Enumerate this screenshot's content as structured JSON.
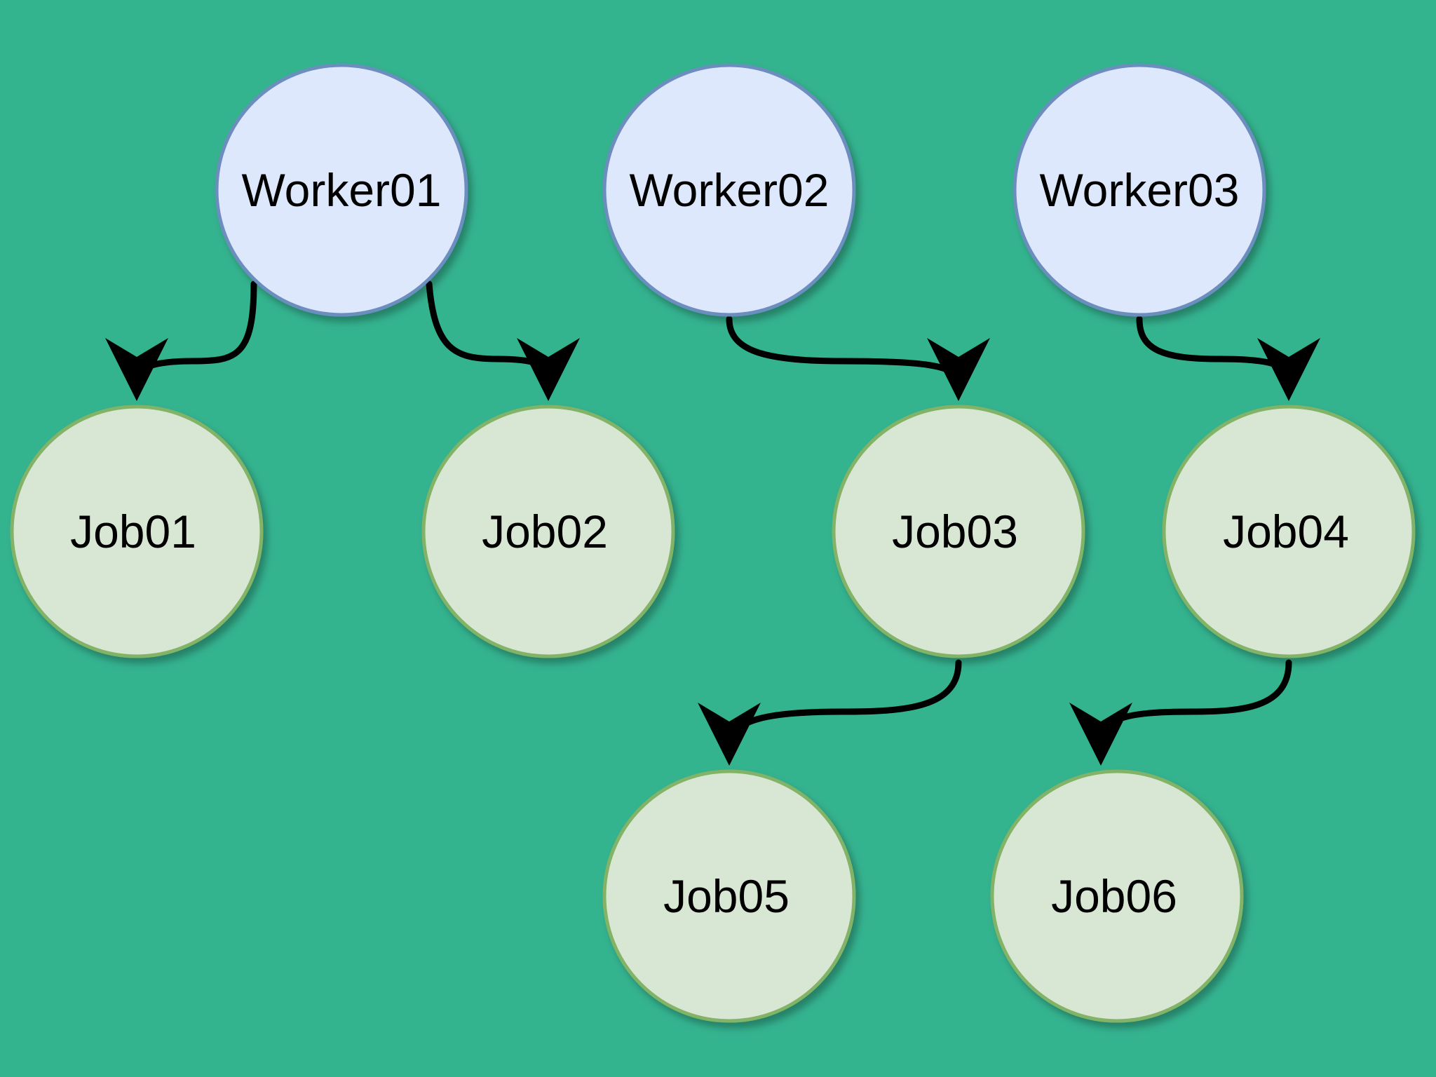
{
  "colors": {
    "background": "#34b38f",
    "worker_fill": "#dde8fc",
    "worker_stroke": "#6c8ebf",
    "job_fill": "#d8e7d4",
    "job_stroke": "#82b366",
    "edge": "#000000"
  },
  "nodes": {
    "worker01": {
      "label": "Worker01",
      "kind": "worker"
    },
    "worker02": {
      "label": "Worker02",
      "kind": "worker"
    },
    "worker03": {
      "label": "Worker03",
      "kind": "worker"
    },
    "job01": {
      "label": "Job01",
      "kind": "job"
    },
    "job02": {
      "label": "Job02",
      "kind": "job"
    },
    "job03": {
      "label": "Job03",
      "kind": "job"
    },
    "job04": {
      "label": "Job04",
      "kind": "job"
    },
    "job05": {
      "label": "Job05",
      "kind": "job"
    },
    "job06": {
      "label": "Job06",
      "kind": "job"
    }
  },
  "edges": [
    {
      "from": "worker01",
      "to": "job01"
    },
    {
      "from": "worker01",
      "to": "job02"
    },
    {
      "from": "worker02",
      "to": "job03"
    },
    {
      "from": "worker03",
      "to": "job04"
    },
    {
      "from": "job03",
      "to": "job05"
    },
    {
      "from": "job04",
      "to": "job06"
    }
  ]
}
